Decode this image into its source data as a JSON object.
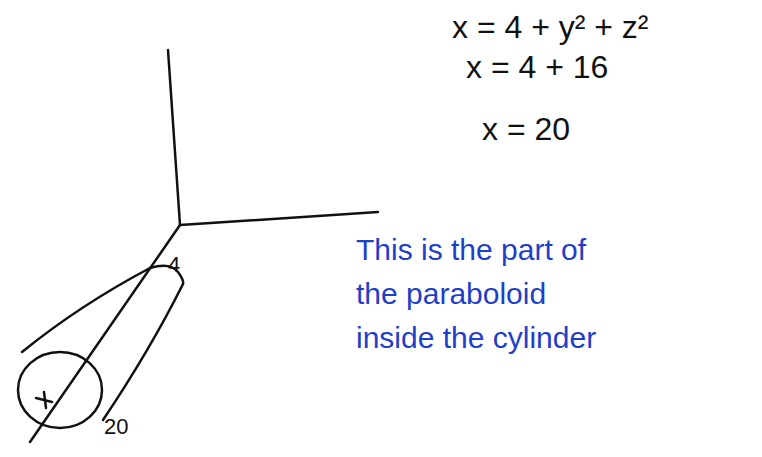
{
  "diagram": {
    "labels": [
      "x = 4 + y² + z²",
      "x = 4 + 16",
      "x = 20",
      "4",
      "20",
      "This is the part of the paraboloid inside the cylinder"
    ]
  }
}
